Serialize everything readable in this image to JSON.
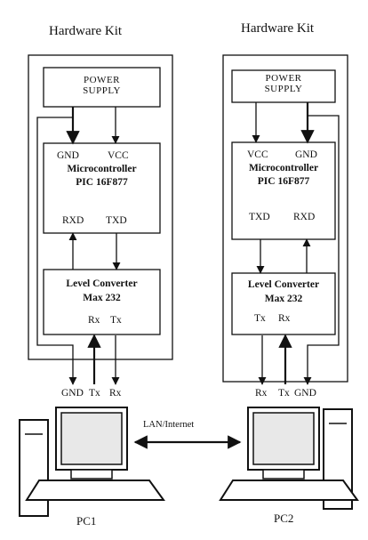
{
  "kits": [
    {
      "title": "Hardware Kit",
      "power": {
        "line1": "POWER",
        "line2": "SUPPLY"
      },
      "mcu": {
        "pin_left": "GND",
        "pin_right": "VCC",
        "name": "Microcontroller",
        "model": "PIC 16F877",
        "bottom_left": "RXD",
        "bottom_right": "TXD"
      },
      "converter": {
        "name": "Level Converter",
        "model": "Max 232",
        "pin_a": "Rx",
        "pin_b": "Tx"
      },
      "ext_pins": [
        "GND",
        "Tx",
        "Rx"
      ],
      "pc_label": "PC1"
    },
    {
      "title": "Hardware Kit",
      "power": {
        "line1": "POWER",
        "line2": "SUPPLY"
      },
      "mcu": {
        "pin_left": "VCC",
        "pin_right": "GND",
        "name": "Microcontroller",
        "model": "PIC 16F877",
        "bottom_left": "TXD",
        "bottom_right": "RXD"
      },
      "converter": {
        "name": "Level Converter",
        "model": "Max 232",
        "pin_a": "Tx",
        "pin_b": "Rx"
      },
      "ext_pins": [
        "Rx",
        "Tx",
        "GND"
      ],
      "pc_label": "PC2"
    }
  ],
  "link_label": "LAN/Internet",
  "colors": {
    "line": "#111111",
    "screen": "#e8e8e8",
    "background": "#ffffff"
  }
}
